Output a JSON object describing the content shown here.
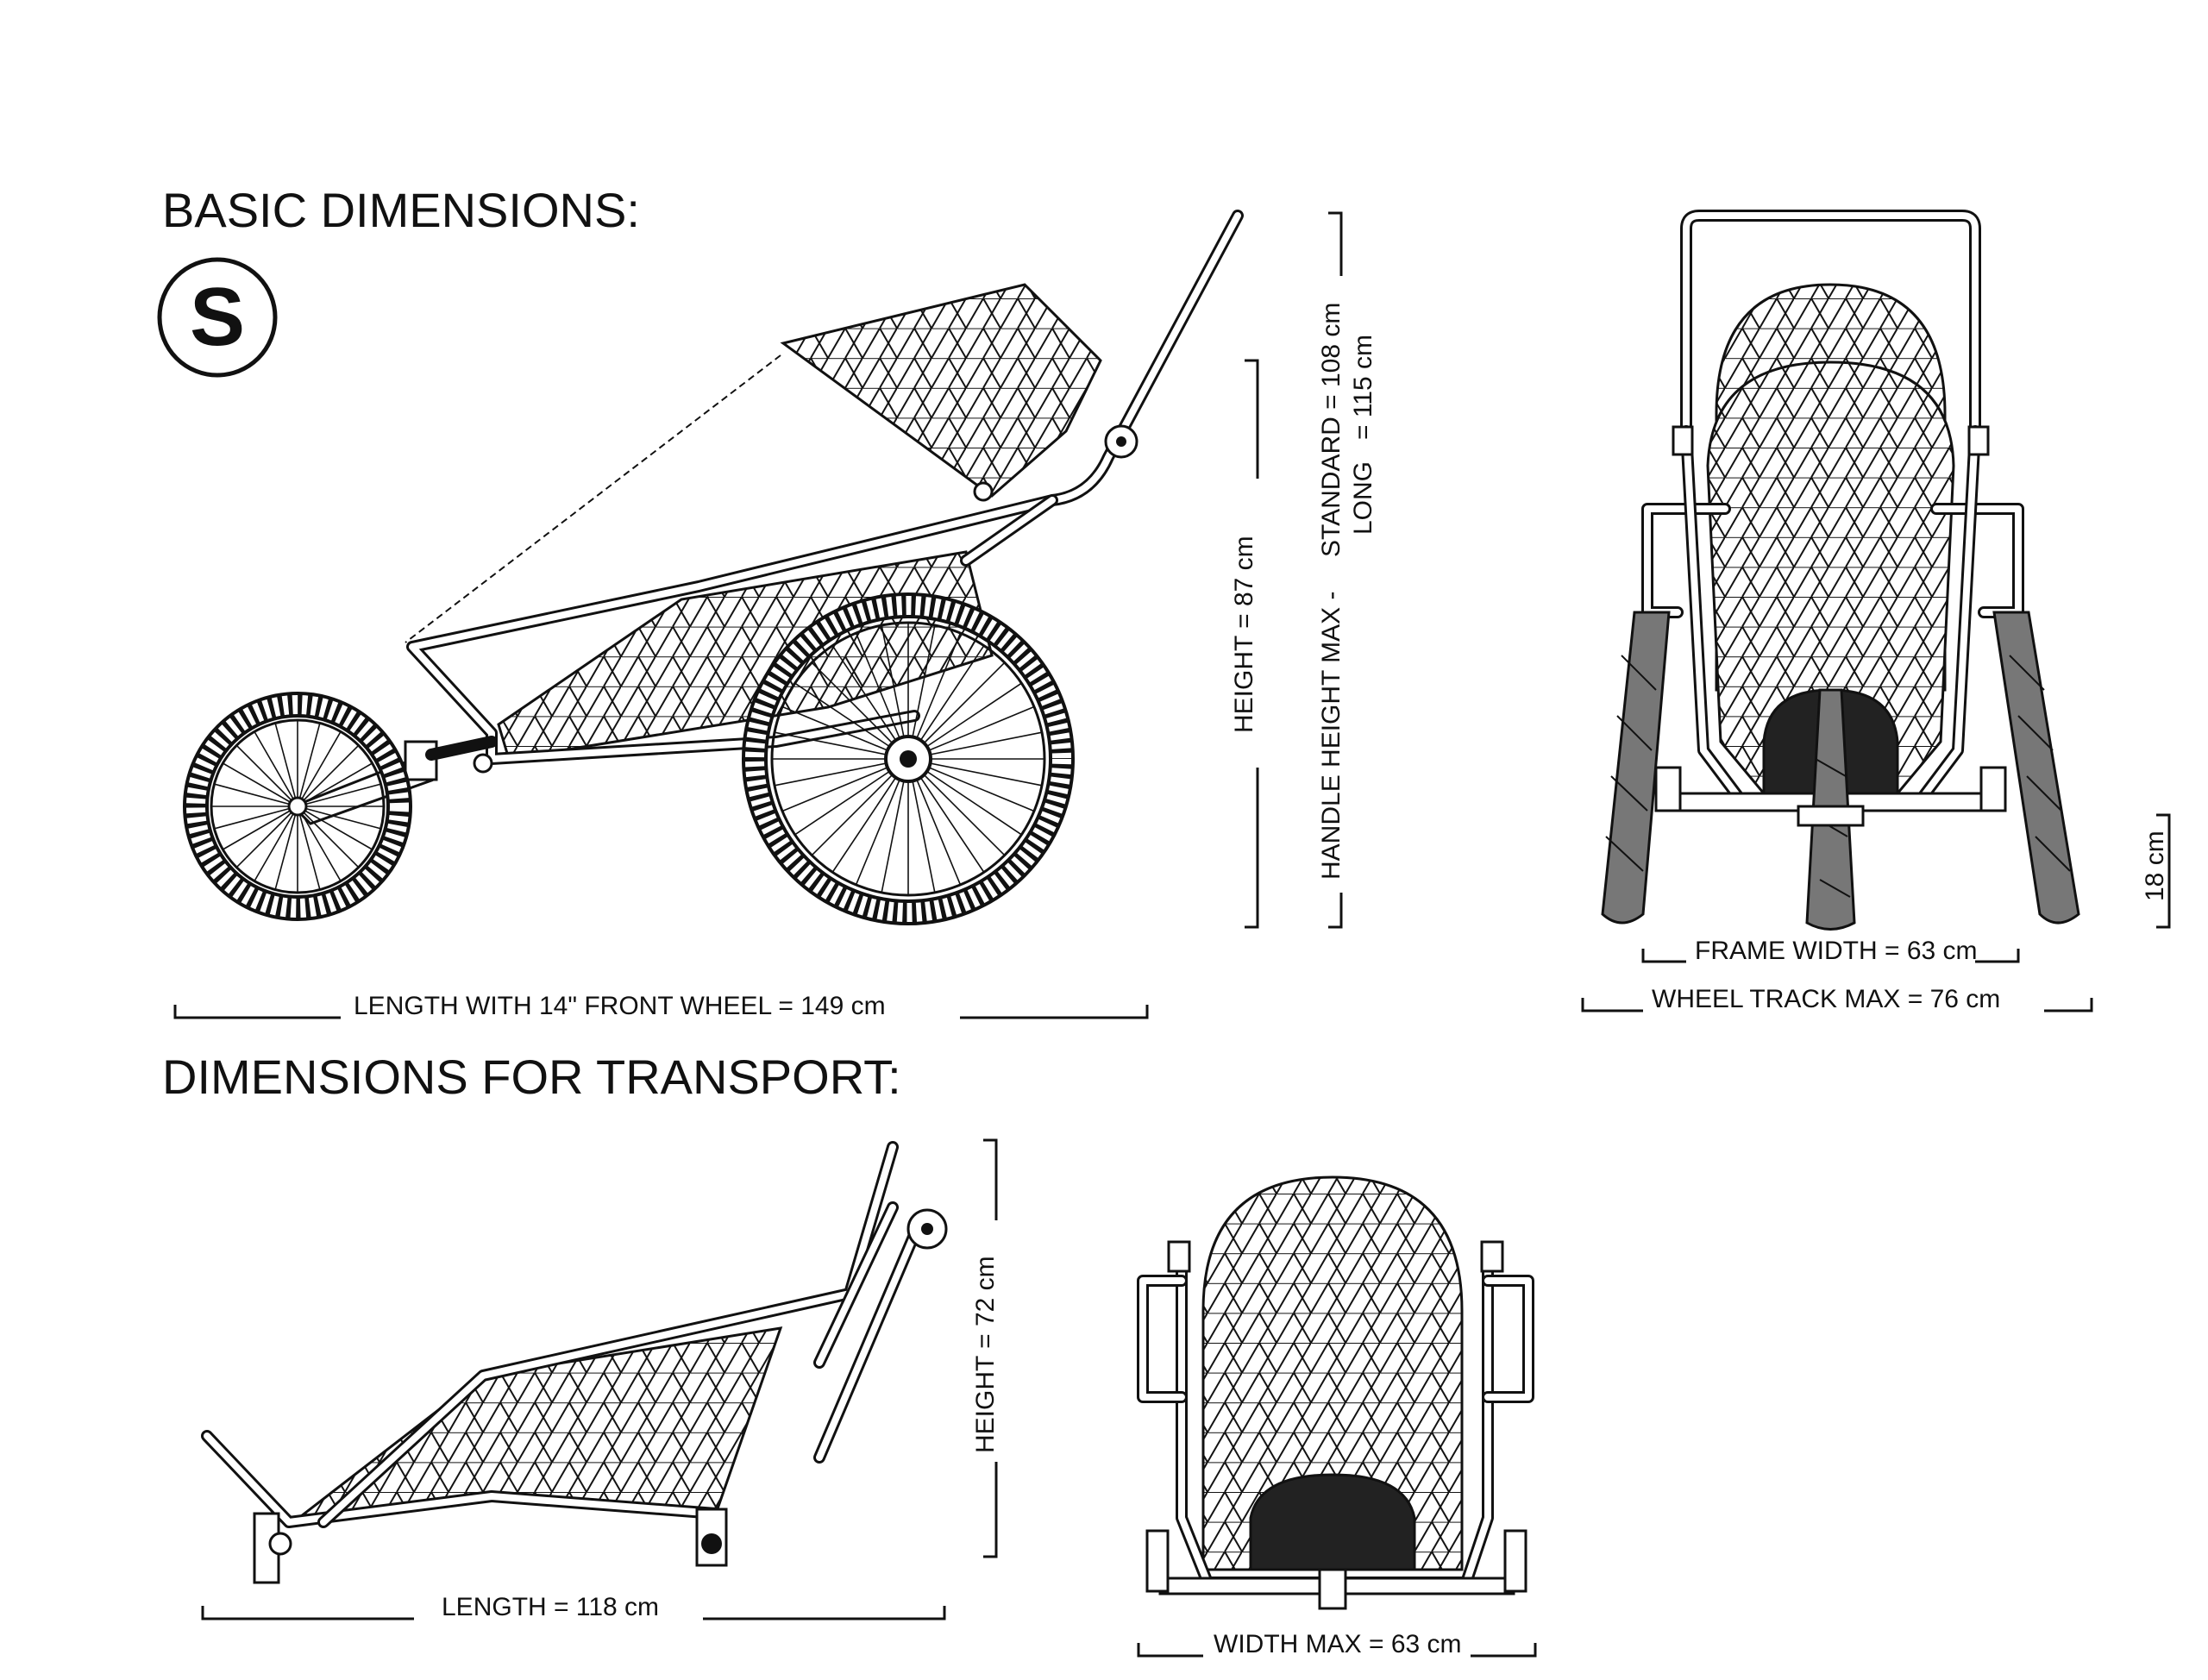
{
  "sections": {
    "basic_title": "BASIC DIMENSIONS:",
    "size_badge": "S",
    "transport_title": "DIMENSIONS FOR TRANSPORT:"
  },
  "basic": {
    "length": "LENGTH WITH 14\" FRONT WHEEL = 149 cm",
    "height": "HEIGHT = 87 cm",
    "handle_label": "HANDLE HEIGHT MAX -",
    "handle_standard": "STANDARD = 108 cm",
    "handle_long_label": "LONG",
    "handle_long_value": "= 115 cm",
    "frame_width": "FRAME WIDTH = 63 cm",
    "wheel_track": "WHEEL TRACK MAX = 76 cm",
    "clearance": "18 cm"
  },
  "transport": {
    "length": "LENGTH = 118 cm",
    "height": "HEIGHT = 72 cm",
    "width": "WIDTH MAX = 63 cm"
  },
  "colors": {
    "ink": "#111111",
    "paper": "#ffffff"
  }
}
